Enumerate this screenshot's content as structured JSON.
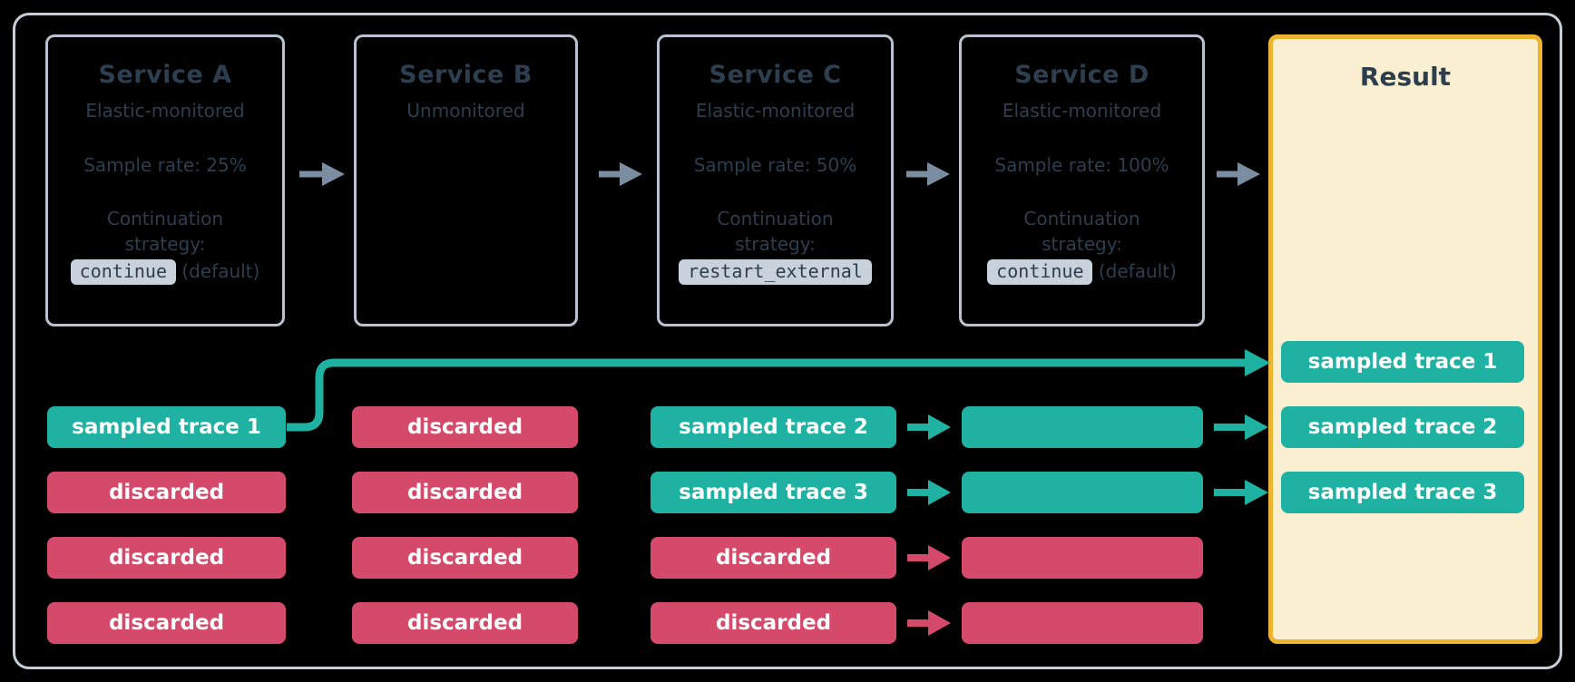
{
  "diagram": {
    "services": [
      {
        "title": "Service A",
        "monitoring": "Elastic-monitored",
        "sample_rate": "Sample rate: 25%",
        "strategy_label": "Continuation strategy:",
        "strategy_code": "continue",
        "strategy_suffix": "(default)"
      },
      {
        "title": "Service B",
        "monitoring": "Unmonitored"
      },
      {
        "title": "Service C",
        "monitoring": "Elastic-monitored",
        "sample_rate": "Sample rate: 50%",
        "strategy_label": "Continuation strategy:",
        "strategy_code": "restart_external",
        "strategy_suffix": ""
      },
      {
        "title": "Service D",
        "monitoring": "Elastic-monitored",
        "sample_rate": "Sample rate: 100%",
        "strategy_label": "Continuation strategy:",
        "strategy_code": "continue",
        "strategy_suffix": "(default)"
      }
    ],
    "result_title": "Result",
    "traces": {
      "service_a": [
        "sampled trace 1",
        "discarded",
        "discarded",
        "discarded"
      ],
      "service_b": [
        "discarded",
        "discarded",
        "discarded",
        "discarded"
      ],
      "service_c": [
        "sampled trace 2",
        "sampled trace 3",
        "discarded",
        "discarded"
      ],
      "service_d": [
        "",
        "",
        "",
        ""
      ],
      "result": [
        "sampled trace 1",
        "sampled trace 2",
        "sampled trace 3"
      ]
    },
    "colors": {
      "sampled_teal": "#1FB1A2",
      "discarded_red": "#D54A6A",
      "result_fill": "#FAF0D1",
      "result_border": "#EFB42E",
      "service_box_border": "#B7C3D0",
      "outer_frame_border": "#C5CFD9",
      "text_dark_slate": "#2D3E4F",
      "code_chip_bg": "#C9D2DC",
      "flow_arrow_gray": "#7B8DA0",
      "background": "#000000"
    }
  }
}
